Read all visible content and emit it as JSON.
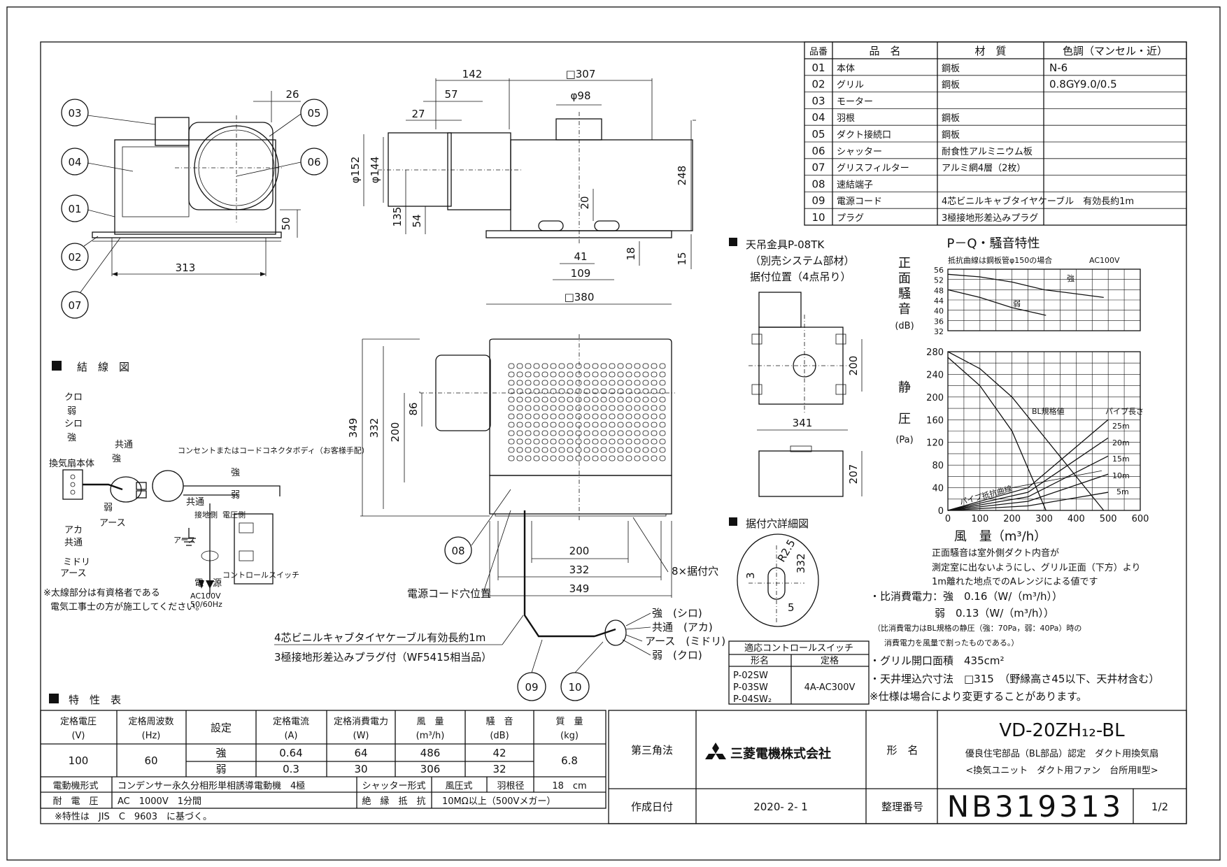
{
  "parts_table": {
    "headers": [
      "品番",
      "品　名",
      "材　質",
      "色調（マンセル・近）"
    ],
    "rows": [
      [
        "01",
        "本体",
        "鋼板",
        "N-6"
      ],
      [
        "02",
        "グリル",
        "鋼板",
        "0.8GY9.0/0.5"
      ],
      [
        "03",
        "モーター",
        "",
        ""
      ],
      [
        "04",
        "羽根",
        "鋼板",
        ""
      ],
      [
        "05",
        "ダクト接続口",
        "鋼板",
        ""
      ],
      [
        "06",
        "シャッター",
        "耐食性アルミニウム板",
        ""
      ],
      [
        "07",
        "グリスフィルター",
        "アルミ網4層（2枚）",
        ""
      ],
      [
        "08",
        "速結端子",
        "",
        ""
      ],
      [
        "09",
        "電源コード",
        "4芯ビニルキャブタイヤケーブル　有効長約1m",
        ""
      ],
      [
        "10",
        "プラグ",
        "3極接地形差込みプラグ",
        ""
      ]
    ]
  },
  "front_view": {
    "callouts": [
      "03",
      "04",
      "01",
      "02",
      "07",
      "05",
      "06"
    ],
    "dims": [
      "26",
      "50",
      "313"
    ]
  },
  "side_view": {
    "dims": [
      "142",
      "□307",
      "57",
      "φ98",
      "27",
      "φ152",
      "φ144",
      "248",
      "135",
      "54",
      "20",
      "41",
      "18",
      "109",
      "15",
      "□380"
    ]
  },
  "bottom_view": {
    "dims": [
      "86",
      "349",
      "332",
      "200",
      "200",
      "332",
      "349"
    ],
    "callouts": [
      "08",
      "09",
      "10"
    ],
    "labels": {
      "mount_holes": "8×据付穴",
      "cord_hole": "電源コード穴位置",
      "cable1": "4芯ビニルキャブタイヤケーブル有効長約1m",
      "cable2": "3極接地形差込みプラグ付（WF5415相当品）",
      "plug_pins": [
        "強　(シロ)",
        "共通　(アカ)",
        "アース　(ミドリ)",
        "弱　(クロ)"
      ]
    }
  },
  "hanger": {
    "title": "天吊金具P-08TK",
    "sub1": "（別売システム部材）",
    "sub2": "据付位置（4点吊り）",
    "dims": [
      "200",
      "341",
      "207"
    ]
  },
  "mount_hole_detail": {
    "title": "据付穴詳細図",
    "dims": [
      "3",
      "R2.5",
      "332",
      "5"
    ]
  },
  "control_switch": {
    "header": "適応コントロールスイッチ",
    "col1": "形名",
    "col2": "定格",
    "models": [
      "P-02SW",
      "P-03SW",
      "P-04SW₂"
    ],
    "rating": "4A-AC300V"
  },
  "wiring": {
    "title": "結　線　図",
    "labels": [
      "クロ",
      "弱",
      "シロ",
      "強",
      "換気扇本体",
      "共通",
      "強",
      "アカ",
      "共通",
      "ミドリ",
      "アース",
      "弱",
      "アース",
      "コンセントまたはコードコネクタボディ（お客様手配）",
      "強",
      "弱",
      "共通",
      "アース",
      "接地側",
      "電圧側",
      "電　源",
      "AC100V",
      "50/60Hz",
      "コントロールスイッチ"
    ],
    "note1": "※太線部分は有資格者である",
    "note2": "電気工事士の方が施工してください。"
  },
  "pq_chart": {
    "title": "P－Q・騒音特性",
    "note_resist": "抵抗曲線は鋼板管φ150の場合",
    "voltage": "AC100V",
    "noise_label": [
      "正",
      "面",
      "騒",
      "音",
      "(dB)"
    ],
    "pressure_label": [
      "静",
      "圧",
      "(Pa)"
    ],
    "x_label": "風　量（m³/h）",
    "curve_labels": [
      "強",
      "弱",
      "BL規格値",
      "パイプ長さ",
      "25m",
      "20m",
      "15m",
      "10m",
      "5m",
      "パイプ抵抗曲線"
    ],
    "notes": [
      "正面騒音は室外側ダクト内音が",
      "測定室に出ないようにし、グリル正面（下方）より",
      "1m離れた地点でのAレンジによる値です",
      "・比消費電力：強　0.16（W/（m³/h））",
      "弱　0.13（W/（m³/h））",
      "（比消費電力はBL規格の静圧（強：70Pa，弱：40Pa）時の",
      "消費電力を風量で割ったものである。）",
      "・グリル開口面積　435cm²",
      "・天井埋込穴寸法　□315　（野縁高さ45以下、天井材含む）",
      "※仕様は場合により変更することがあります。"
    ]
  },
  "chart_data": {
    "type": "line",
    "x": [
      0,
      100,
      200,
      300,
      400,
      500,
      600
    ],
    "xlim": [
      0,
      600
    ],
    "pressure_ylim": [
      0,
      280
    ],
    "pressure_yticks": [
      0,
      40,
      80,
      120,
      160,
      200,
      240,
      280
    ],
    "noise_ylim": [
      32,
      56
    ],
    "noise_yticks": [
      32,
      36,
      40,
      44,
      48,
      52,
      56
    ],
    "xlabel": "風　量（m³/h）",
    "ylabel": "静圧（Pa）",
    "series": [
      {
        "name": "強",
        "x": [
          0,
          100,
          200,
          300,
          400,
          486
        ],
        "y": [
          280,
          250,
          200,
          130,
          60,
          0
        ]
      },
      {
        "name": "弱",
        "x": [
          0,
          100,
          200,
          306
        ],
        "y": [
          270,
          220,
          140,
          0
        ]
      },
      {
        "name": "25m",
        "x": [
          0,
          250,
          500
        ],
        "y": [
          0,
          40,
          160
        ]
      },
      {
        "name": "20m",
        "x": [
          0,
          250,
          500
        ],
        "y": [
          0,
          32,
          128
        ]
      },
      {
        "name": "15m",
        "x": [
          0,
          250,
          500
        ],
        "y": [
          0,
          24,
          96
        ]
      },
      {
        "name": "10m",
        "x": [
          0,
          250,
          500
        ],
        "y": [
          0,
          16,
          64
        ]
      },
      {
        "name": "5m",
        "x": [
          0,
          250,
          500
        ],
        "y": [
          0,
          8,
          32
        ]
      }
    ],
    "noise_series": [
      {
        "name": "強",
        "x": [
          0,
          100,
          200,
          300,
          486
        ],
        "y": [
          54,
          53,
          51,
          48,
          45
        ]
      },
      {
        "name": "弱",
        "x": [
          0,
          100,
          200,
          306
        ],
        "y": [
          48,
          45,
          41,
          38
        ]
      }
    ]
  },
  "characteristics": {
    "title": "特　性　表",
    "headers": [
      "定格電圧\n(V)",
      "定格周波数\n(Hz)",
      "設定",
      "定格電流\n(A)",
      "定格消費電力\n(W)",
      "風　量\n(m³/h)",
      "騒　音\n(dB)",
      "質　量\n(kg)"
    ],
    "voltage": "100",
    "freq": "60",
    "rows": [
      [
        "強",
        "0.64",
        "64",
        "486",
        "42"
      ],
      [
        "弱",
        "0.3",
        "30",
        "306",
        "32"
      ]
    ],
    "mass": "6.8",
    "motor_label": "電動機形式",
    "motor": "コンデンサー永久分相形単相誘導電動機　4極",
    "shutter_label": "シャッター形式",
    "shutter": "風圧式",
    "blade_label": "羽根径",
    "blade": "18　cm",
    "withstand_label": "耐　電　圧",
    "withstand": "AC　1000V　1分間",
    "insulation_label": "絶　縁　抵　抗",
    "insulation": "10MΩ以上（500Vメガー）",
    "footnote": "※特性は　JIS　C　9603　に基づく。"
  },
  "title_block": {
    "projection": "第三角法",
    "company": "三菱電機株式会社",
    "model_label": "形　名",
    "model": "VD-20ZH₁₂-BL",
    "desc1": "優良住宅部品（BL部品）認定　ダクト用換気扇",
    "desc2": "<換気ユニット　ダクト用ファン　台所用Ⅱ型>",
    "date_label": "作成日付",
    "date": "2020- 2- 1",
    "number_label": "整理番号",
    "number": "NB319313",
    "page": "1/2"
  }
}
